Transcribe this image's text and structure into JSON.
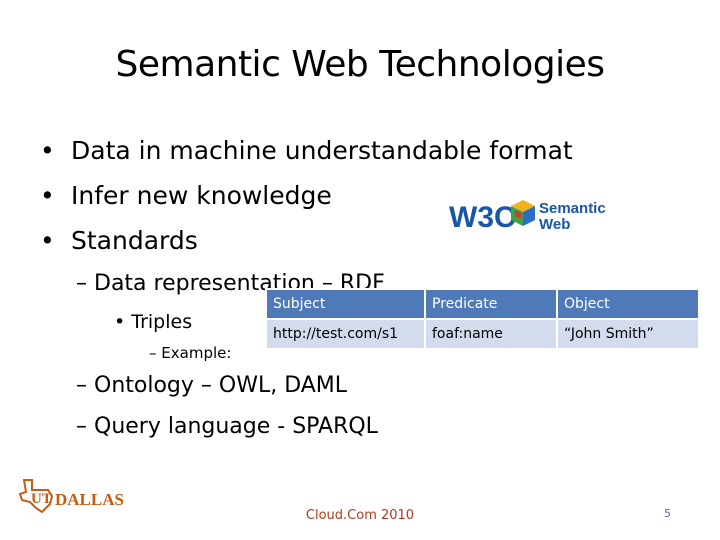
{
  "slide": {
    "title": "Semantic Web Technologies",
    "bullets": [
      "Data in machine understandable format",
      "Infer new knowledge",
      "Standards"
    ],
    "bullet_glyph": "•",
    "dash_glyph": "–",
    "sub_items": {
      "data_representation": "Data representation – RDF",
      "triples": "Triples",
      "example": "Example:",
      "ontology": "Ontology – OWL, DAML",
      "query_language": "Query language - SPARQL"
    },
    "triples_table": {
      "headers": [
        "Subject",
        "Predicate",
        "Object"
      ],
      "rows": [
        [
          "http://test.com/s1",
          "foaf:name",
          "“John Smith”"
        ]
      ]
    },
    "logos": {
      "w3c_text": "W3C",
      "semantic_text": "Semantic",
      "web_text": "Web",
      "utd_ut": "UT",
      "utd_dallas": "DALLAS"
    },
    "footer": {
      "center": "Cloud.Com 2010",
      "page": "5"
    },
    "colors": {
      "table_header": "#4f7ab9",
      "table_row": "#d3dced",
      "footer_text": "#b03a1e",
      "w3c_blue": "#1a56a6",
      "utd_orange": "#c75b12"
    }
  }
}
